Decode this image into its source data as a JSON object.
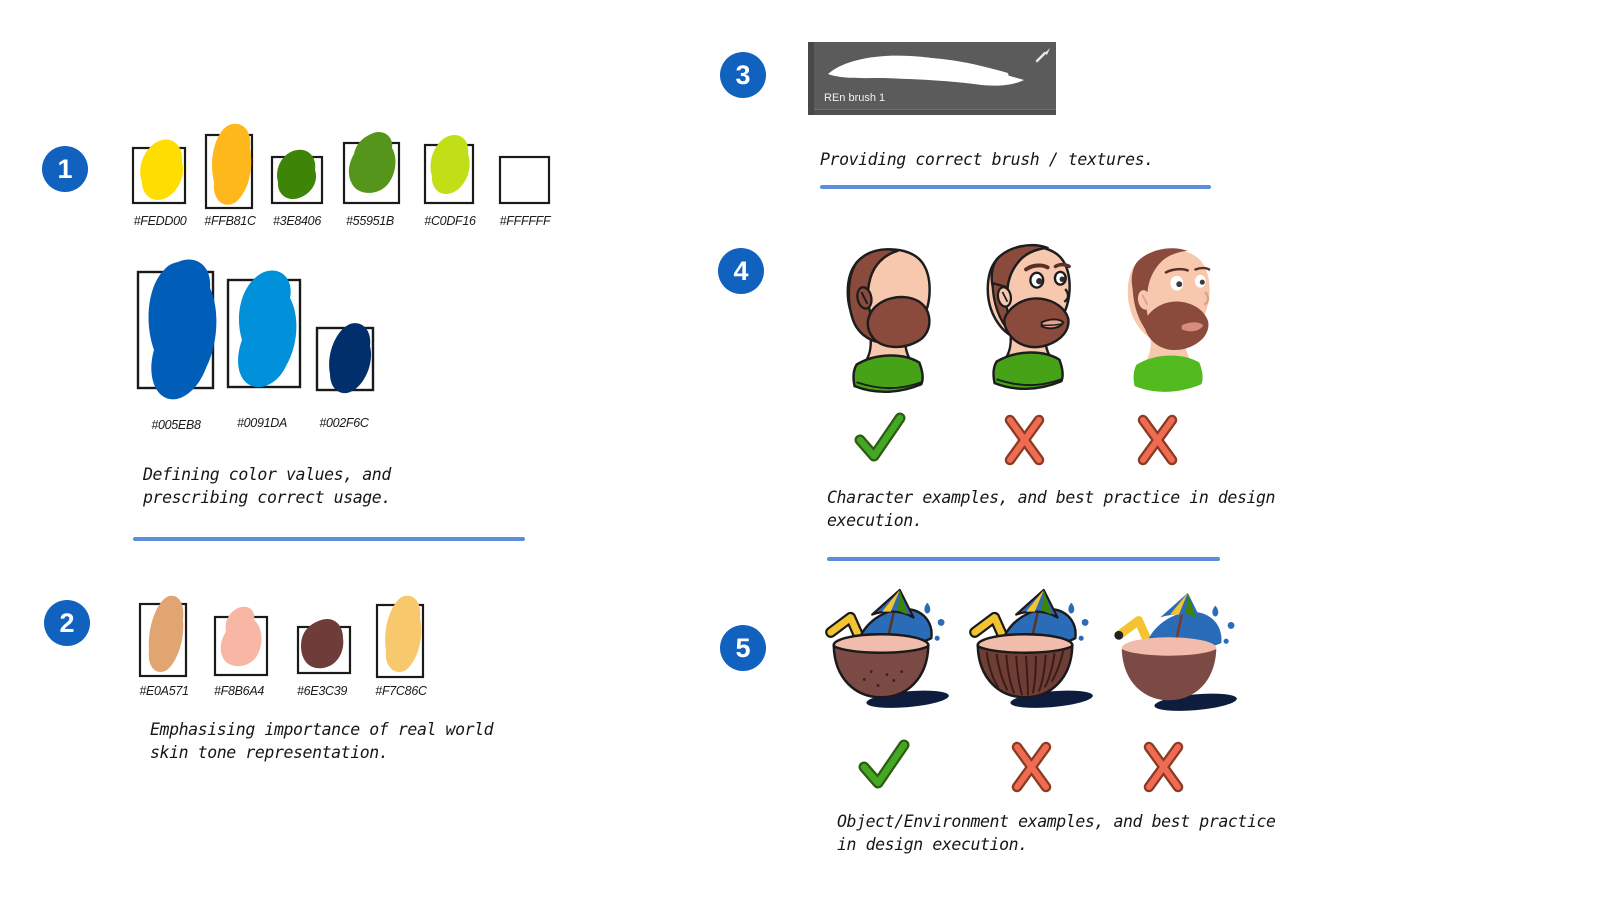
{
  "sections": {
    "s1": {
      "num": "1",
      "row1": [
        "#FEDD00",
        "#FFB81C",
        "#3E8406",
        "#55951B",
        "#C0DF16",
        "#FFFFFF"
      ],
      "row2": [
        "#005EB8",
        "#0091DA",
        "#002F6C"
      ],
      "caption": "Defining color values, and\nprescribing correct usage."
    },
    "s2": {
      "num": "2",
      "row": [
        "#E0A571",
        "#F8B6A4",
        "#6E3C39",
        "#F7C86C"
      ],
      "caption": "Emphasising importance of real world\nskin tone representation."
    },
    "s3": {
      "num": "3",
      "brush_label": "REn brush 1",
      "caption": "Providing correct brush / textures."
    },
    "s4": {
      "num": "4",
      "marks": [
        "correct",
        "incorrect",
        "incorrect"
      ],
      "caption": "Character examples, and best practice in design\nexecution."
    },
    "s5": {
      "num": "5",
      "marks": [
        "correct",
        "incorrect",
        "incorrect"
      ],
      "caption": "Object/Environment examples, and best practice\nin design execution."
    }
  },
  "theme": {
    "badge_blue": "#1161BE",
    "divider_blue": "#5C8DDB",
    "check_green": "#43A824",
    "cross_red": "#EF6B52",
    "swatch_outline": "#1a1a1a",
    "skin": "#F8C8AE",
    "hair": "#8A4B3C",
    "collar_green": "#46A318",
    "coconut_brown": "#7C4A44",
    "rim_pink": "#F2BCAC",
    "liquid_blue": "#2B6CB8",
    "straw_yellow": "#F4C430"
  }
}
